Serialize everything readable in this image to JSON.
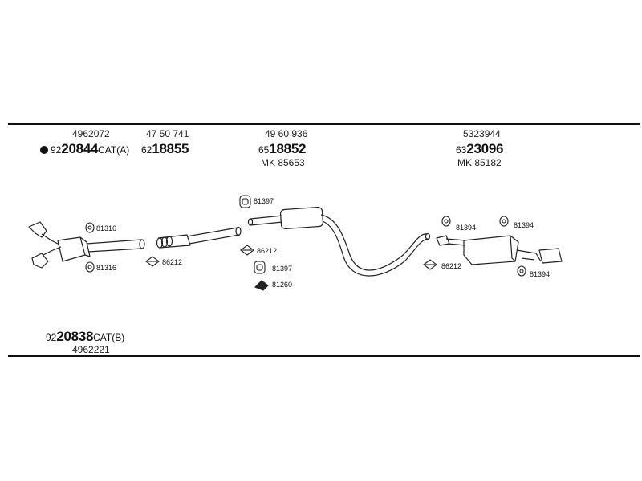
{
  "top_parts": {
    "p1": {
      "code": "4962072",
      "prefix": "92",
      "number": "20844",
      "suffix": "CAT(A)"
    },
    "p2": {
      "code": "47 50 741",
      "prefix": "62",
      "number": "18855"
    },
    "p3": {
      "code": "49 60 936",
      "prefix": "65",
      "number": "18852",
      "mk": "MK 85653"
    },
    "p4": {
      "code": "5323944",
      "prefix": "63",
      "number": "23096",
      "mk": "MK 85182"
    }
  },
  "bottom_part": {
    "prefix": "92",
    "number": "20838",
    "suffix": "CAT(B)",
    "code": "4962221"
  },
  "small_labels": {
    "a": "81316",
    "b": "81316",
    "c": "86212",
    "d": "81397",
    "e": "86212",
    "f": "81397",
    "g": "81260",
    "h": "81394",
    "i": "81394",
    "j": "86212",
    "k": "81394"
  }
}
